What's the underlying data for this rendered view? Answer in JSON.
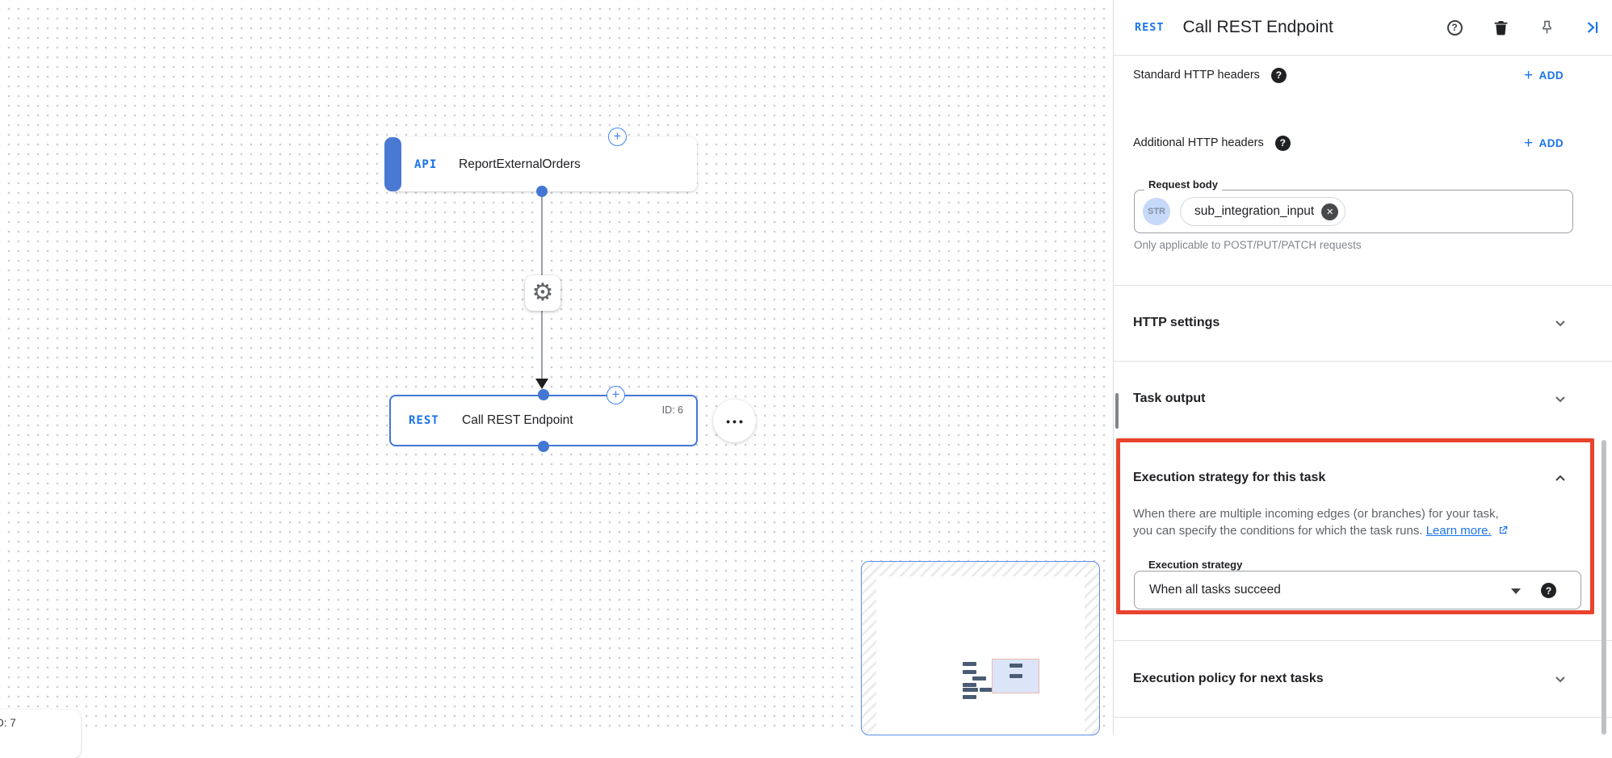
{
  "colors": {
    "accent_blue": "#1a73e8",
    "node_blue": "#4477d4",
    "highlight_red": "#e8432c",
    "text_primary": "#202124",
    "text_secondary": "#5f6368"
  },
  "icons": {
    "plus": "+",
    "gear": "⚙",
    "ellipsis": "•••",
    "help": "?",
    "close": "✕"
  },
  "canvas": {
    "node_api": {
      "badge": "API",
      "title": "ReportExternalOrders"
    },
    "node_rest": {
      "badge": "REST",
      "title": "Call REST Endpoint",
      "id_label": "ID: 6"
    },
    "partial_node_label": "D: 7"
  },
  "panel": {
    "header": {
      "badge": "REST",
      "title": "Call REST Endpoint"
    },
    "standard_headers": {
      "label": "Standard HTTP headers",
      "add_label": "ADD"
    },
    "additional_headers": {
      "label": "Additional HTTP headers",
      "add_label": "ADD"
    },
    "request_body": {
      "label": "Request body",
      "type_chip": "STR",
      "value": "sub_integration_input",
      "helper": "Only applicable to POST/PUT/PATCH requests"
    },
    "http_settings": {
      "label": "HTTP settings"
    },
    "task_output": {
      "label": "Task output"
    },
    "execution_strategy": {
      "heading": "Execution strategy for this task",
      "description_line1": "When there are multiple incoming edges (or branches) for your task,",
      "description_line2": "you can specify the conditions for which the task runs.",
      "link_label": "Learn more.",
      "field_label": "Execution strategy",
      "field_value": "When all tasks succeed"
    },
    "execution_policy": {
      "label": "Execution policy for next tasks"
    }
  }
}
